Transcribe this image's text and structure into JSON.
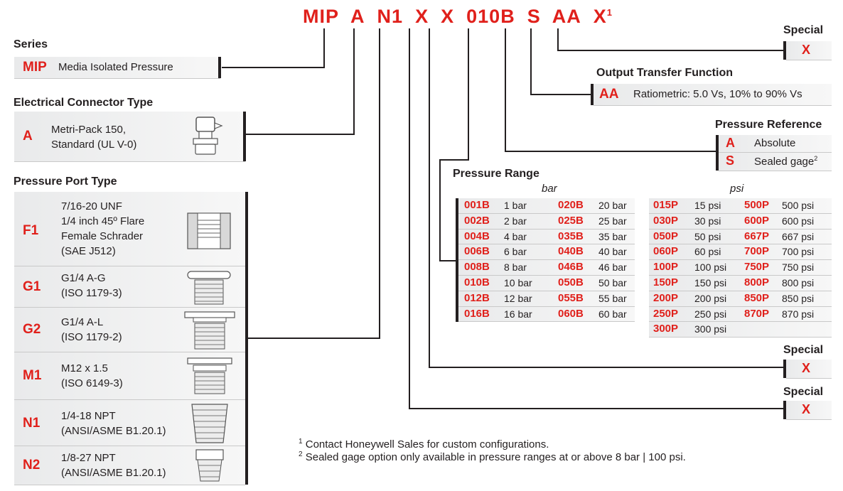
{
  "model_code": {
    "parts": [
      "MIP",
      "A",
      "N1",
      "X",
      "X",
      "010B",
      "S",
      "AA",
      "X"
    ],
    "superscript": "1"
  },
  "series": {
    "header": "Series",
    "code": "MIP",
    "desc": "Media Isolated Pressure"
  },
  "connector": {
    "header": "Electrical Connector Type",
    "code": "A",
    "desc1": "Metri-Pack 150,",
    "desc2": "Standard (UL V-0)"
  },
  "port": {
    "header": "Pressure Port Type",
    "rows": [
      {
        "code": "F1",
        "l1": "7/16-20 UNF",
        "l2": "1/4 inch 45º Flare",
        "l3": "Female Schrader",
        "l4": "(SAE J512)"
      },
      {
        "code": "G1",
        "l1": "G1/4 A-G",
        "l2": "(ISO 1179-3)"
      },
      {
        "code": "G2",
        "l1": "G1/4 A-L",
        "l2": "(ISO 1179-2)"
      },
      {
        "code": "M1",
        "l1": "M12 x 1.5",
        "l2": "(ISO 6149-3)"
      },
      {
        "code": "N1",
        "l1": "1/4-18 NPT",
        "l2": "(ANSI/ASME B1.20.1)"
      },
      {
        "code": "N2",
        "l1": "1/8-27 NPT",
        "l2": "(ANSI/ASME B1.20.1)"
      }
    ]
  },
  "special_top": {
    "header": "Special",
    "code": "X"
  },
  "output": {
    "header": "Output Transfer Function",
    "code": "AA",
    "desc": "Ratiometric: 5.0 Vs, 10% to 90% Vs"
  },
  "reference": {
    "header": "Pressure Reference",
    "rows": [
      {
        "code": "A",
        "desc": "Absolute"
      },
      {
        "code": "S",
        "desc": "Sealed gage",
        "sup": "2"
      }
    ]
  },
  "range": {
    "header": "Pressure Range",
    "bar_label": "bar",
    "psi_label": "psi",
    "bar_rows": [
      [
        "001B",
        "1 bar",
        "020B",
        "20 bar"
      ],
      [
        "002B",
        "2 bar",
        "025B",
        "25 bar"
      ],
      [
        "004B",
        "4 bar",
        "035B",
        "35 bar"
      ],
      [
        "006B",
        "6 bar",
        "040B",
        "40 bar"
      ],
      [
        "008B",
        "8 bar",
        "046B",
        "46 bar"
      ],
      [
        "010B",
        "10 bar",
        "050B",
        "50 bar"
      ],
      [
        "012B",
        "12 bar",
        "055B",
        "55 bar"
      ],
      [
        "016B",
        "16 bar",
        "060B",
        "60 bar"
      ]
    ],
    "psi_rows": [
      [
        "015P",
        "15 psi",
        "500P",
        "500 psi"
      ],
      [
        "030P",
        "30 psi",
        "600P",
        "600 psi"
      ],
      [
        "050P",
        "50 psi",
        "667P",
        "667 psi"
      ],
      [
        "060P",
        "60 psi",
        "700P",
        "700 psi"
      ],
      [
        "100P",
        "100 psi",
        "750P",
        "750 psi"
      ],
      [
        "150P",
        "150 psi",
        "800P",
        "800 psi"
      ],
      [
        "200P",
        "200 psi",
        "850P",
        "850 psi"
      ],
      [
        "250P",
        "250 psi",
        "870P",
        "870 psi"
      ],
      [
        "300P",
        "300 psi",
        "",
        ""
      ]
    ]
  },
  "special_mid": {
    "header": "Special",
    "code": "X"
  },
  "special_low": {
    "header": "Special",
    "code": "X"
  },
  "footnotes": {
    "n1_mark": "1",
    "n1": "Contact Honeywell Sales for custom configurations.",
    "n2_mark": "2",
    "n2": "Sealed gage option only available in pressure ranges at or above 8 bar | 100 psi."
  }
}
